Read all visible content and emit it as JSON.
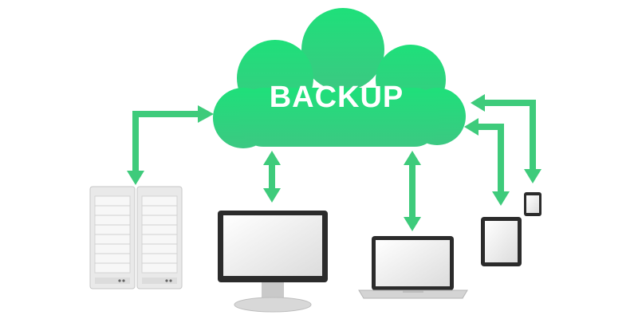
{
  "cloud": {
    "label": "BACKUP"
  },
  "colors": {
    "cloud_top": "#1ee07a",
    "cloud_bottom": "#3cc882",
    "arrow": "#3ecb7b",
    "device_frame": "#2b2b2b",
    "screen": "#f2f2f2",
    "server_body": "#eeeeee"
  },
  "devices": [
    {
      "kind": "server-rack",
      "icon": "server-icon"
    },
    {
      "kind": "desktop-monitor",
      "icon": "monitor-icon"
    },
    {
      "kind": "laptop",
      "icon": "laptop-icon"
    },
    {
      "kind": "tablet",
      "icon": "tablet-icon"
    },
    {
      "kind": "smartphone",
      "icon": "phone-icon"
    }
  ]
}
